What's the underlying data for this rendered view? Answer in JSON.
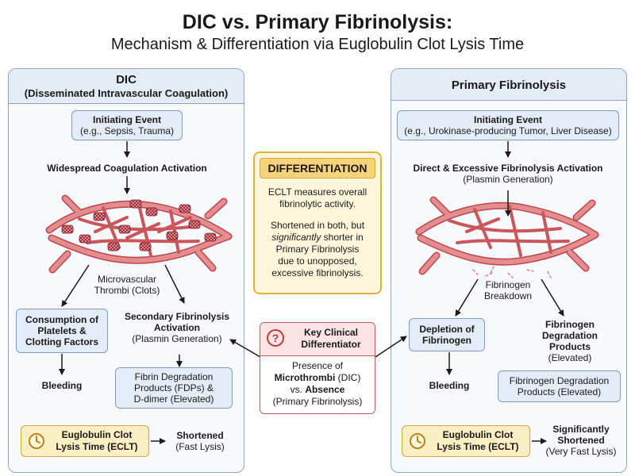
{
  "title": {
    "main": "DIC vs. Primary Fibrinolysis:",
    "sub": "Mechanism & Differentiation via Euglobulin Clot Lysis Time"
  },
  "dic": {
    "header": "DIC",
    "header_sub": "(Disseminated Intravascular Coagulation)",
    "initiating_title": "Initiating Event",
    "initiating_text": "(e.g., Sepsis, Trauma)",
    "activation": "Widespread Coagulation Activation",
    "thrombi_line1": "Microvascular",
    "thrombi_line2": "Thrombi (Clots)",
    "consumption_line1": "Consumption of",
    "consumption_line2": "Platelets &",
    "consumption_line3": "Clotting Factors",
    "secondary_line1": "Secondary Fibrinolysis",
    "secondary_line2": "Activation",
    "secondary_line3": "(Plasmin Generation)",
    "bleeding": "Bleeding",
    "fdp_line1": "Fibrin Degradation",
    "fdp_line2": "Products (FDPs) &",
    "fdp_line3": "D-dimer (Elevated)",
    "eclt_line1": "Euglobulin Clot",
    "eclt_line2": "Lysis Time (ECLT)",
    "result_bold": "Shortened",
    "result_text": "(Fast Lysis)"
  },
  "differentiation": {
    "header": "DIFFERENTIATION",
    "para1_line1": "ECLT measures overall",
    "para1_line2": "fibrinolytic activity.",
    "para2_line1": "Shortened in both, but",
    "para2_em": "significantly",
    "para2_line2_rest": " shorter in",
    "para2_line3": "Primary Fibrinolysis",
    "para2_line4": "due to unopposed,",
    "para2_line5": "excessive fibrinolysis."
  },
  "key": {
    "icon": "?",
    "title_line1": "Key Clinical",
    "title_line2": "Differentiator",
    "line1": "Presence of",
    "line2_bold": "Microthrombi",
    "line2_rest": " (DIC)",
    "line3_pre": "vs. ",
    "line3_bold": "Absence",
    "line4": "(Primary Fibrinolysis)"
  },
  "pf": {
    "header": "Primary Fibrinolysis",
    "initiating_title": "Initiating Event",
    "initiating_text": "(e.g., Urokinase-producing Tumor, Liver Disease)",
    "activation_line1": "Direct & Excessive Fibrinolysis Activation",
    "activation_line2": "(Plasmin Generation)",
    "breakdown_line1": "Fibrinogen",
    "breakdown_line2": "Breakdown",
    "depletion_line1": "Depletion of",
    "depletion_line2": "Fibrinogen",
    "fdp_bold_line1": "Fibrinogen",
    "fdp_bold_line2": "Degradation",
    "fdp_bold_line3": "Products",
    "fdp_bold_line4": "(Elevated)",
    "bleeding": "Bleeding",
    "fdp_box_line1": "Fibrinogen Degradation",
    "fdp_box_line2": "Products (Elevated)",
    "eclt_line1": "Euglobulin Clot",
    "eclt_line2": "Lysis Time (ECLT)",
    "result_line1": "Significantly",
    "result_line2": "Shortened",
    "result_text": "(Very Fast Lysis)"
  },
  "colors": {
    "panel_border": "#8da6c6",
    "box_fill": "#e3ecf7",
    "vessel": "#d9676b",
    "clot": "#a8202c",
    "eclt_fill": "#fbeec3",
    "diff_fill": "#fff6dc",
    "key_border": "#c45a5a"
  },
  "icons": [
    "clock-icon",
    "question-icon"
  ]
}
